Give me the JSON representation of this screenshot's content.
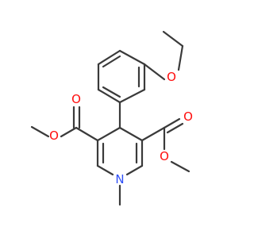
{
  "molecule": {
    "labels": {
      "o_ether": "O",
      "o_carbonyl_left": "O",
      "o_ester_left": "O",
      "o_carbonyl_right": "O",
      "o_ester_right": "O",
      "n_ring": "N"
    }
  },
  "colors": {
    "bond": "#3a3a3a",
    "oxygen": "#ff0d0d",
    "nitrogen": "#3050f8",
    "background": "#ffffff"
  }
}
